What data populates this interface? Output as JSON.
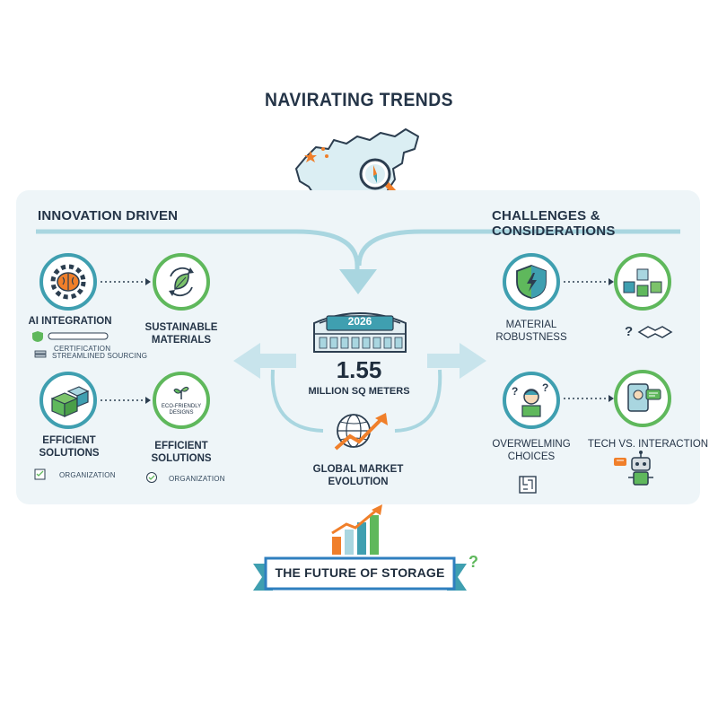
{
  "title": "NAVIRATING TRENDS",
  "left_panel": {
    "heading": "INNOVATION DRIVEN",
    "ai_integration": {
      "label": "AI INTEGRATION",
      "line1": "CERTIFICATION",
      "line2": "STREAMLINED SOURCING"
    },
    "sustainable": {
      "label_line1": "SUSTAINABLE",
      "label_line2": "MATERIALS"
    },
    "efficient_1": {
      "label_line1": "EFFICIENT",
      "label_line2": "SOLUTIONS",
      "note": "ORGANIZATION"
    },
    "efficient_2": {
      "badge_line1": "ECO-FRIENDLY",
      "badge_line2": "DESIGNS",
      "label_line1": "EFFICIENT",
      "label_line2": "SOLUTIONS",
      "note": "ORGANIZATION"
    }
  },
  "center": {
    "year": "2026",
    "value": "1.55",
    "unit": "MILLION SQ METERS",
    "market_line1": "GLOBAL MARKET",
    "market_line2": "EVOLUTION"
  },
  "right_panel": {
    "heading": "CHALLENGES & CONSIDERATIONS",
    "material": {
      "label_line1": "MATERIAL",
      "label_line2": "ROBUSTNESS"
    },
    "overwhelming": {
      "label_line1": "OVERWELMING",
      "label_line2": "CHOICES"
    },
    "tech": {
      "label": "TECH VS. INTERACTION"
    }
  },
  "footer": {
    "banner": "THE FUTURE OF STORAGE",
    "mark": "?"
  },
  "colors": {
    "teal": "#3f9fb0",
    "green": "#5fb85c",
    "orange": "#f07f2a",
    "navy": "#243447",
    "panel": "#eef5f8",
    "arrow": "#a9d6e0"
  },
  "icons": [
    "china-map-icon",
    "magnifier-icon",
    "brain-gear-icon",
    "leaf-cycle-icon",
    "boxes-icon",
    "sprout-icon",
    "stadium-icon",
    "globe-growth-icon",
    "shield-icon",
    "cubes-network-icon",
    "confused-person-icon",
    "tablet-chat-icon",
    "robot-icon",
    "maze-icon",
    "bar-chart-icon"
  ]
}
